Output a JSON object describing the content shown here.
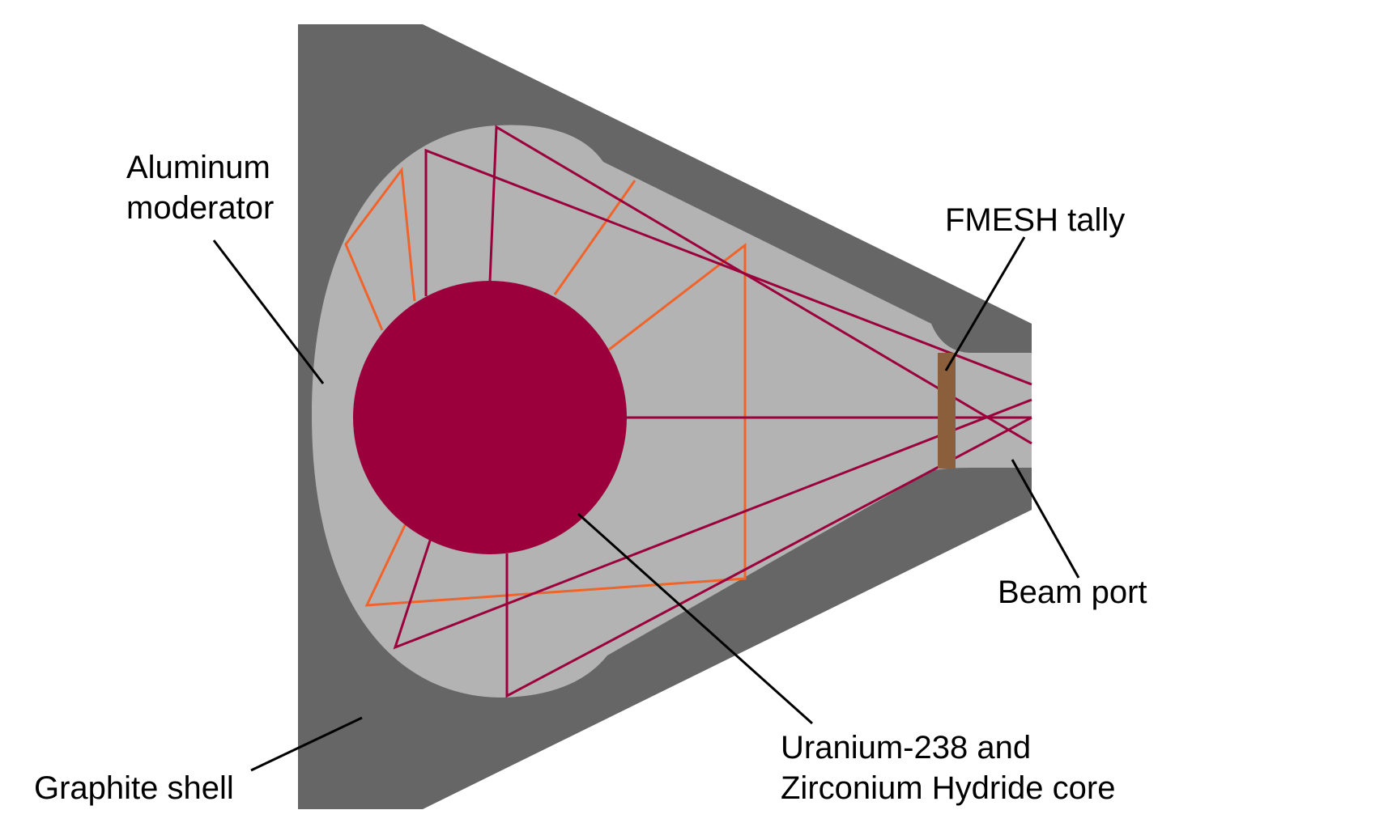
{
  "labels": {
    "aluminum_moderator": [
      "Aluminum",
      "moderator"
    ],
    "fmesh_tally": "FMESH tally",
    "beam_port": "Beam port",
    "graphite_shell": "Graphite shell",
    "core": [
      "Uranium-238 and",
      "Zirconium Hydride core"
    ]
  },
  "colors": {
    "graphite_shell": "#666666",
    "aluminum_moderator": "#b3b3b3",
    "core": "#9b003c",
    "fmesh_tally": "#8b5e3c",
    "orange_path": "#f0642c",
    "crimson_path": "#9b003c",
    "leader": "#000000"
  }
}
